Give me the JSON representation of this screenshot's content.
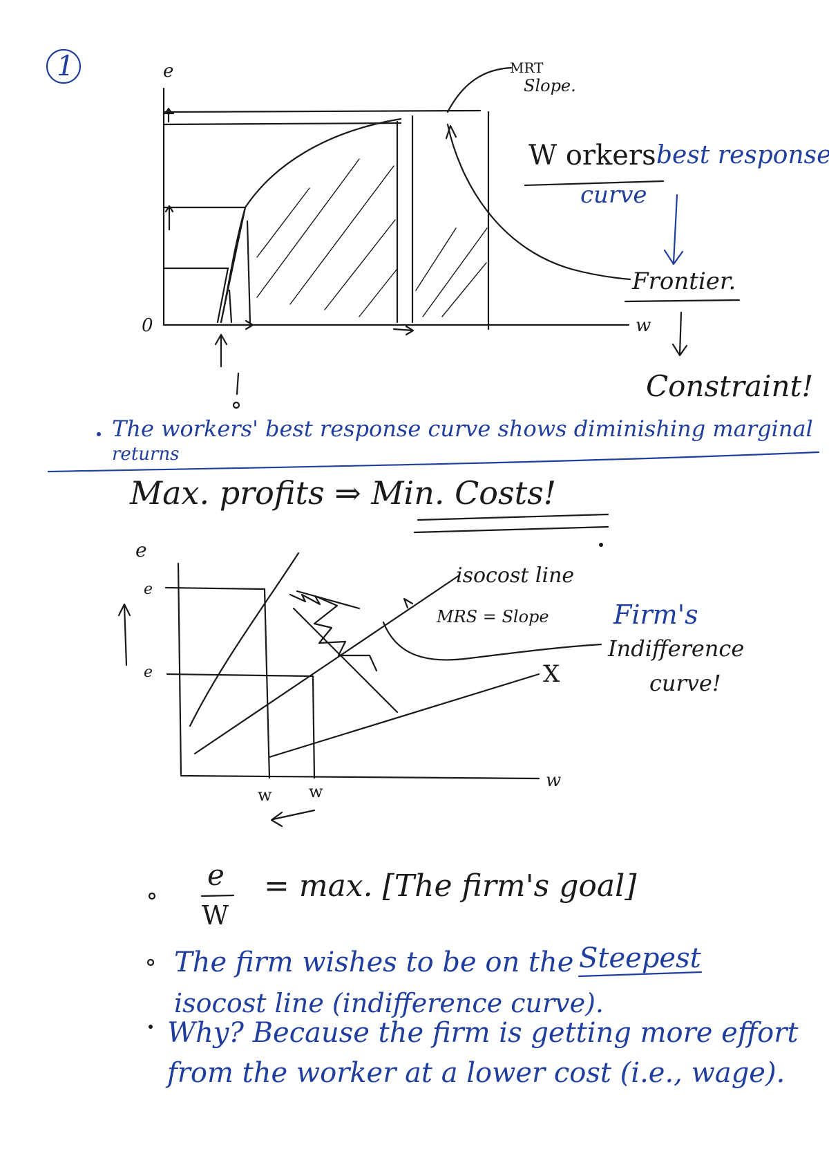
{
  "section_number": "1",
  "diagram1": {
    "axis_y": "e",
    "axis_x": "w",
    "origin": "0",
    "mrt_note": [
      "MRT",
      "Slope."
    ],
    "note_line1_ink": "W orkers",
    "note_line1_blue": "best response",
    "note_line2_blue": "curve",
    "frontier": "Frontier.",
    "constraint": "Constraint!"
  },
  "bullet_diminishing": {
    "line1": "The workers' best response curve shows diminishing marginal",
    "line2": "returns"
  },
  "headline": "Max. profits ⇒ Min. Costs!",
  "diagram2": {
    "axis_y": "e",
    "e_upper": "e",
    "e_lower": "e",
    "axis_x": "w",
    "w_left": "w",
    "w_right": "w",
    "isocost": "isocost line",
    "mrs_slope": "MRS = Slope",
    "x_mark": "X",
    "firms": "Firm's",
    "indifference": "Indifference",
    "curve": "curve!"
  },
  "goal": {
    "numerator": "e",
    "denominator": "W",
    "text": "= max. [The firm's goal]"
  },
  "bullet_steepest": {
    "line1_a": "The firm wishes to be on the",
    "line1_b": "Steepest",
    "line2": "isocost line (indifference curve)."
  },
  "bullet_why": {
    "line1": "Why? Because the firm is getting more effort",
    "line2": "from the worker at a lower cost (i.e., wage)."
  },
  "colors": {
    "ink": "#1a1a1a",
    "blue": "#1f3e9e"
  }
}
